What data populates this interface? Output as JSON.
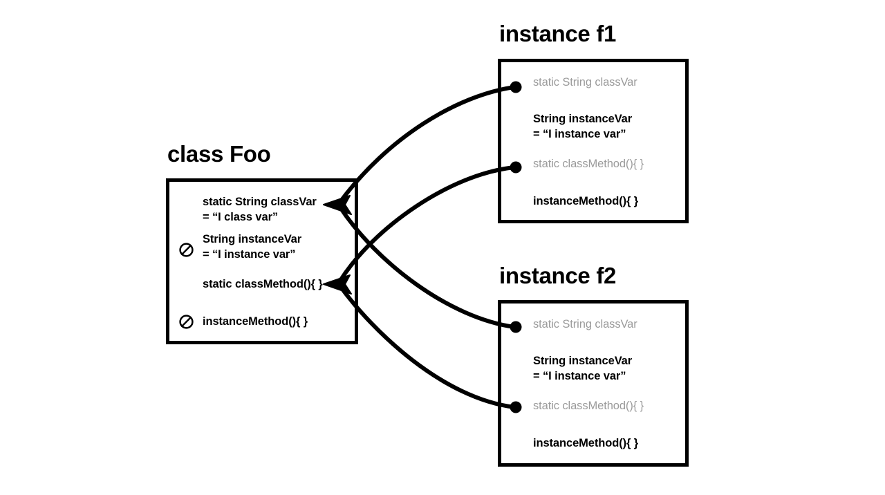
{
  "diagram": {
    "title_class": "class Foo",
    "title_f1": "instance f1",
    "title_f2": "instance f2",
    "colors": {
      "stroke": "#000000",
      "text": "#000000",
      "muted_text": "#9b9b9b",
      "background": "#ffffff"
    }
  },
  "class_box": {
    "name": "class Foo",
    "members": [
      {
        "id": "class-var",
        "line1": "static String classVar",
        "line2": "= “I class var”",
        "style": "bold",
        "banned": false,
        "arrow_target": true
      },
      {
        "id": "instance-var",
        "line1": "String instanceVar",
        "line2": "= “I instance var”",
        "style": "bold",
        "banned": true,
        "arrow_target": false
      },
      {
        "id": "class-method",
        "line1": "static classMethod(){   }",
        "line2": "",
        "style": "bold",
        "banned": false,
        "arrow_target": true
      },
      {
        "id": "instance-method",
        "line1": "instanceMethod(){   }",
        "line2": "",
        "style": "bold",
        "banned": true,
        "arrow_target": false
      }
    ]
  },
  "instances": [
    {
      "id": "f1",
      "name": "instance f1",
      "members": [
        {
          "id": "f1-class-var",
          "line1": "static String classVar",
          "line2": "",
          "style": "muted",
          "dot": true
        },
        {
          "id": "f1-instance-var",
          "line1": "String instanceVar",
          "line2": "= “I instance var”",
          "style": "bold",
          "dot": false
        },
        {
          "id": "f1-class-method",
          "line1": "static classMethod(){   }",
          "line2": "",
          "style": "muted",
          "dot": true
        },
        {
          "id": "f1-instance-method",
          "line1": "instanceMethod(){   }",
          "line2": "",
          "style": "bold",
          "dot": false
        }
      ]
    },
    {
      "id": "f2",
      "name": "instance f2",
      "members": [
        {
          "id": "f2-class-var",
          "line1": "static String classVar",
          "line2": "",
          "style": "muted",
          "dot": true
        },
        {
          "id": "f2-instance-var",
          "line1": "String instanceVar",
          "line2": "= “I instance var”",
          "style": "bold",
          "dot": false
        },
        {
          "id": "f2-class-method",
          "line1": "static classMethod(){   }",
          "line2": "",
          "style": "muted",
          "dot": true
        },
        {
          "id": "f2-instance-method",
          "line1": "instanceMethod(){   }",
          "line2": "",
          "style": "bold",
          "dot": false
        }
      ]
    }
  ],
  "connectors": [
    {
      "id": "f1-classvar-to-foo-classvar",
      "from": "f1-class-var",
      "to": "class-var"
    },
    {
      "id": "f1-classmethod-to-foo-classmethod",
      "from": "f1-class-method",
      "to": "class-method"
    },
    {
      "id": "f2-classvar-to-foo-classvar",
      "from": "f2-class-var",
      "to": "class-var"
    },
    {
      "id": "f2-classmethod-to-foo-classmethod",
      "from": "f2-class-method",
      "to": "class-method"
    }
  ]
}
